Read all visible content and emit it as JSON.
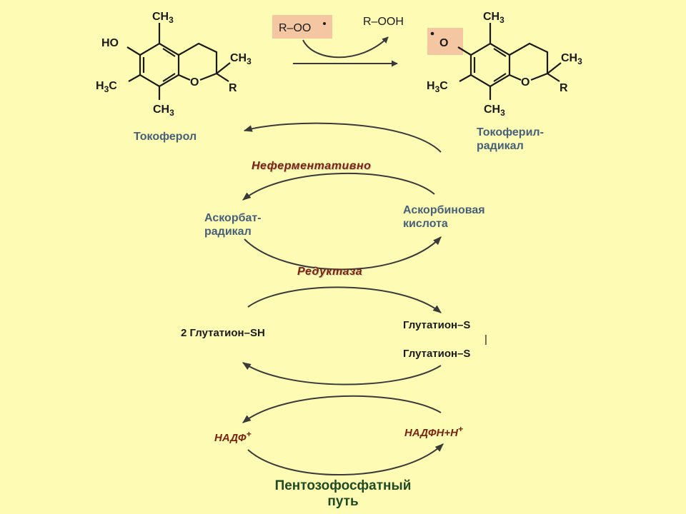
{
  "reactants": {
    "peroxyl_radical": "R–OO",
    "hydroperoxide": "R–OOH"
  },
  "tocopherol": {
    "ho": "HO",
    "ch3": "CH",
    "three": "3",
    "h3c_h": "H",
    "h3c_c": "C",
    "ring_o": "O",
    "r": "R",
    "name": "Токоферол"
  },
  "radical": {
    "o": "O",
    "name_line1": "Токоферил-",
    "name_line2": "радикал"
  },
  "steps": {
    "nonenzymatic": "Неферментативно",
    "reductase": "Редуктаза"
  },
  "ascorbate_radical": {
    "line1": "Аскорбат-",
    "line2": "радикал"
  },
  "ascorbic_acid": {
    "line1": "Аскорбиновая",
    "line2": "кислота"
  },
  "glutathione_sh": "2 Глутатион–SH",
  "glutathione_ss": {
    "line1": "Глутатион–S",
    "bar": "|",
    "line2": "Глутатион–S"
  },
  "nadp": {
    "label": "НАДФ",
    "sup": "+"
  },
  "nadph": {
    "label": "НАДФН+Н",
    "sup": "+"
  },
  "pentose_pathway": {
    "line1": "Пентозофосфатный",
    "line2": "путь"
  },
  "colors": {
    "background": "#fdfbb4",
    "highlight_box": "#f4c6a1",
    "blue_label": "#47607a",
    "enzyme_label": "#7a2412",
    "pathway_label": "#1f4a22",
    "arrow": "#3a3a3a"
  }
}
